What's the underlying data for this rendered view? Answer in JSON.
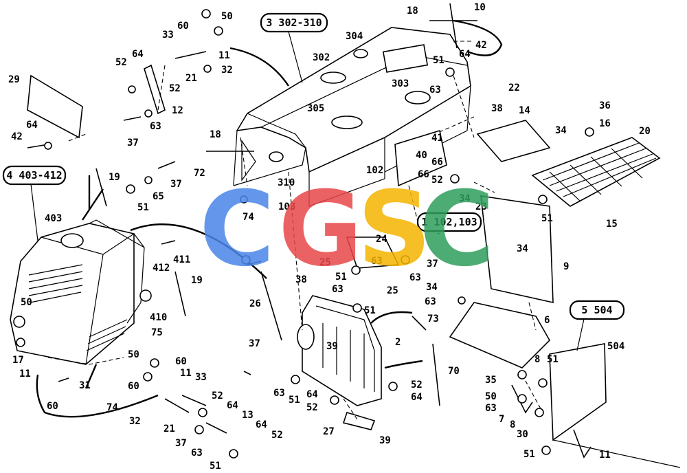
{
  "watermark": {
    "letters": [
      "C",
      "G",
      "S",
      "C"
    ],
    "colors": [
      "#4a86e8",
      "#e8474a",
      "#f4b400",
      "#2e9e5b"
    ]
  },
  "groups": {
    "hood": "3 302-310",
    "side_panel": "4 403-412",
    "radiator": "1 102,103",
    "rear_housing": "5 504"
  },
  "labels": {
    "p10": "10",
    "p18a": "18",
    "p42a": "42",
    "p64a": "64",
    "p51a": "51",
    "p63a": "63",
    "p22": "22",
    "p38a": "38",
    "p14": "14",
    "p36": "36",
    "p16": "16",
    "p20": "20",
    "p34a": "34",
    "p41": "41",
    "p40": "40",
    "p66a": "66",
    "p66b": "66",
    "p52a": "52",
    "p34b": "34",
    "p23": "23",
    "p51b": "51",
    "p15": "15",
    "p9": "9",
    "p34c": "34",
    "p50a": "50",
    "p60a": "60",
    "p33a": "33",
    "p11a": "11",
    "p52b": "52",
    "p64b": "64",
    "p32a": "32",
    "p21a": "21",
    "p52c": "52",
    "p12": "12",
    "p63b": "63",
    "p37a": "37",
    "p29": "29",
    "p64c": "64",
    "p42b": "42",
    "p302": "302",
    "p304": "304",
    "p303": "303",
    "p305": "305",
    "p18b": "18",
    "p72": "72",
    "p310": "310",
    "p19a": "19",
    "p37b": "37",
    "p51c": "51",
    "p65": "65",
    "p102": "102",
    "p103": "103",
    "p74a": "74",
    "p403": "403",
    "p411": "411",
    "p412": "412",
    "p19b": "19",
    "p410": "410",
    "p75": "75",
    "p50b": "50",
    "p17": "17",
    "p11b": "11",
    "p31": "31",
    "p60b": "60",
    "p74b": "74",
    "p24": "24",
    "p25a": "25",
    "p63c": "63",
    "p51d": "51",
    "p25b": "25",
    "p37c": "37",
    "p63d": "63",
    "p38b": "38",
    "p63e": "63",
    "p51e": "51",
    "p26": "26",
    "p37d": "37",
    "p73": "73",
    "p2": "2",
    "p39a": "39",
    "p70": "70",
    "p63f": "63",
    "p51f": "51",
    "p64d": "64",
    "p52d": "52",
    "p52e": "52",
    "p64e": "64",
    "p27": "27",
    "p39b": "39",
    "p50c": "50",
    "p60c": "60",
    "p60d": "60",
    "p11c": "11",
    "p33b": "33",
    "p52f": "52",
    "p64f": "64",
    "p13": "13",
    "p32b": "32",
    "p21b": "21",
    "p64g": "64",
    "p52g": "52",
    "p37e": "37",
    "p63g": "63",
    "p51g": "51",
    "p34d": "34",
    "p63h": "63",
    "p6": "6",
    "p8a": "8",
    "p51h": "51",
    "p35": "35",
    "p50d": "50",
    "p63i": "63",
    "p7": "7",
    "p8b": "8",
    "p30": "30",
    "p51i": "51",
    "p11d": "11",
    "p504": "504"
  }
}
